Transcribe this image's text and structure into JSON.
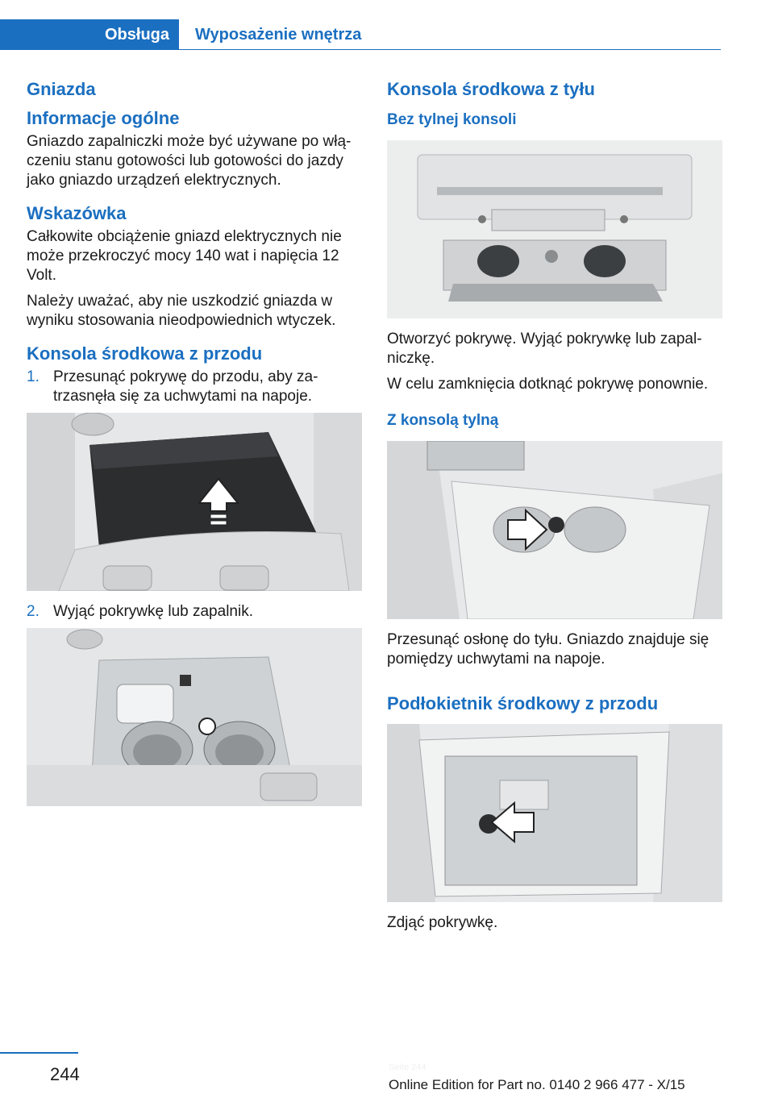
{
  "header": {
    "tab_active": "Obsługa",
    "tab_inactive": "Wyposażenie wnętrza",
    "accent_color": "#1b6fc0"
  },
  "left": {
    "section_title": "Gniazda",
    "general_title": "Informacje ogólne",
    "general_text": "Gniazdo zapalniczki może być używane po włą­czeniu stanu gotowości lub gotowości do jazdy jako gniazdo urządzeń elektrycznych.",
    "note_title": "Wskazówka",
    "note_text_1": "Całkowite obciążenie gniazd elektrycznych nie może przekroczyć mocy 140 wat i napięcia 12 Volt.",
    "note_text_2": "Należy uważać, aby nie uszkodzić gniazda w wyniku stosowania nieodpowiednich wty­czek.",
    "front_title": "Konsola środkowa z przodu",
    "step1_num": "1.",
    "step1_text": "Przesunąć pokrywę do przodu, aby za­trzasnęła się za uchwytami na napoje.",
    "step2_num": "2.",
    "step2_text": "Wyjąć pokrywkę lub zapalnik."
  },
  "right": {
    "rear_title": "Konsola środkowa z tyłu",
    "no_console_title": "Bez tylnej konsoli",
    "no_console_text_1": "Otworzyć pokrywę. Wyjąć pokrywkę lub zapal­niczkę.",
    "no_console_text_2": "W celu zamknięcia dotknąć pokrywę ponow­nie.",
    "with_console_title": "Z konsolą tylną",
    "with_console_text": "Przesunąć osłonę do tyłu. Gniazdo znajduje się pomiędzy uchwytami na napoje.",
    "armrest_title": "Podłokietnik środkowy z przodu",
    "armrest_text": "Zdjąć pokrywkę."
  },
  "footer": {
    "page_number": "244",
    "edition": "Online Edition for Part no. 0140 2 966 477 - X/15",
    "watermark": "Seite 244"
  }
}
